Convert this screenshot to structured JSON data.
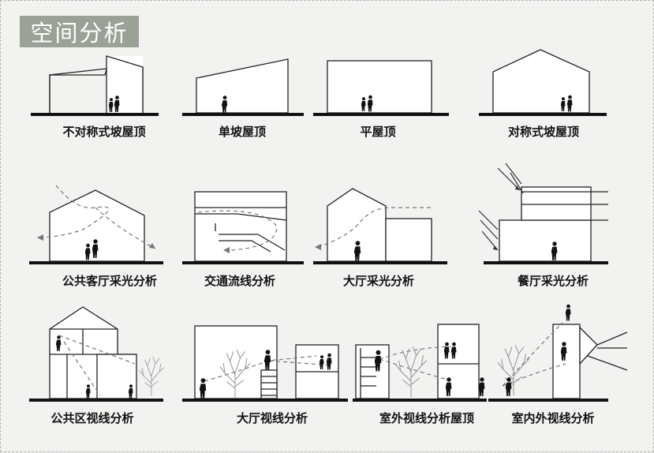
{
  "title": "空间分析",
  "labels": {
    "r1c1": "不对称式坡屋顶",
    "r1c2": "单坡屋顶",
    "r1c3": "平屋顶",
    "r1c4": "对称式坡屋顶",
    "r2c1": "公共客厅采光分析",
    "r2c2": "交通流线分析",
    "r2c3": "大厅采光分析",
    "r2c4": "餐厅采光分析",
    "r3c1": "公共区视线分析",
    "r3c2": "大厅视线分析",
    "r3c3": "室外视线分析屋顶",
    "r3c4": "室内外视线分析"
  },
  "colors": {
    "title_bg": "#9aa196",
    "title_text": "#ffffff",
    "ground": "#111111"
  }
}
